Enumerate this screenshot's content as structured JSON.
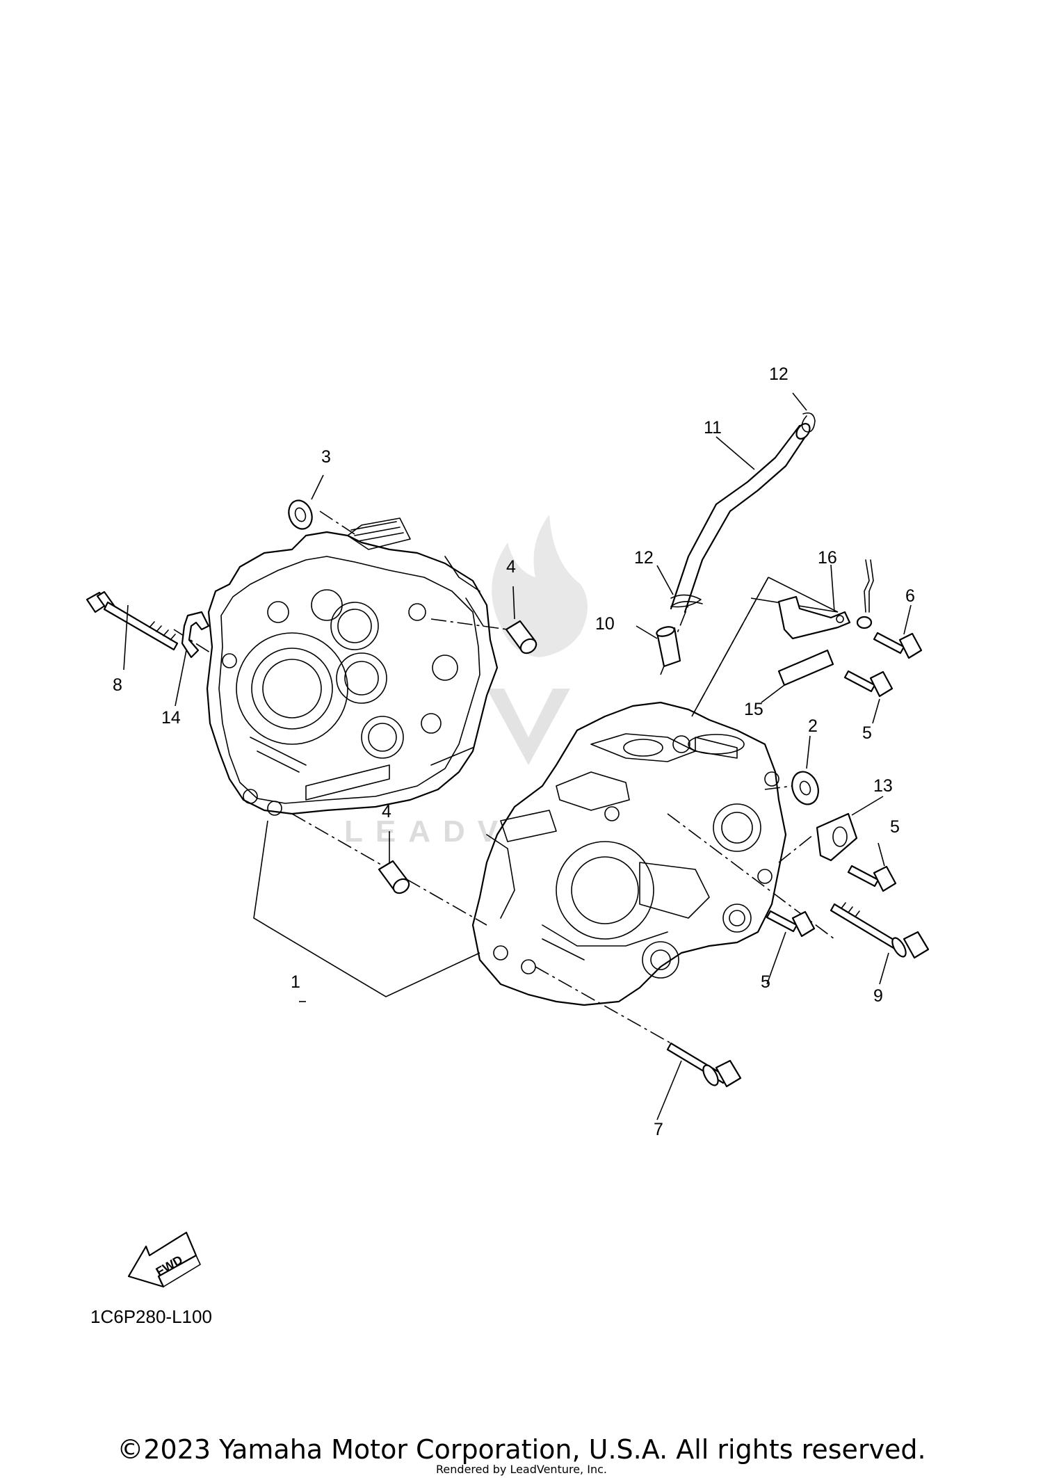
{
  "callouts": {
    "c1": "1",
    "c2": "2",
    "c3": "3",
    "c4a": "4",
    "c4b": "4",
    "c5a": "5",
    "c5b": "5",
    "c5c": "5",
    "c6": "6",
    "c7": "7",
    "c8": "8",
    "c9": "9",
    "c10": "10",
    "c11": "11",
    "c12a": "12",
    "c12b": "12",
    "c13": "13",
    "c14": "14",
    "c15": "15",
    "c16": "16"
  },
  "fwd_label": "FWD",
  "catalog_code": "1C6P280-L100",
  "watermark": "LEADVENTURE",
  "copyright": "©2023 Yamaha Motor Corporation, U.S.A. All rights reserved.",
  "rendered_by": "Rendered by LeadVenture, Inc."
}
